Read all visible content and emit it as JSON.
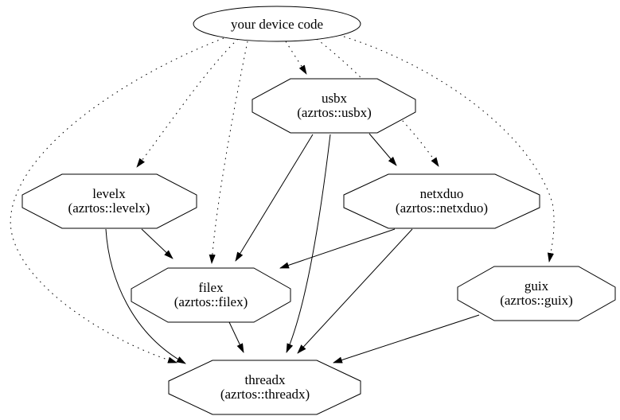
{
  "diagram": {
    "type": "dependency-graph",
    "background_color": "#ffffff",
    "stroke_color": "#000000",
    "nodes": {
      "device": {
        "label": "your device code",
        "shape": "ellipse"
      },
      "usbx": {
        "label": "usbx",
        "sublabel": "(azrtos::usbx)",
        "shape": "octagon"
      },
      "levelx": {
        "label": "levelx",
        "sublabel": "(azrtos::levelx)",
        "shape": "octagon"
      },
      "netxduo": {
        "label": "netxduo",
        "sublabel": "(azrtos::netxduo)",
        "shape": "octagon"
      },
      "filex": {
        "label": "filex",
        "sublabel": "(azrtos::filex)",
        "shape": "octagon"
      },
      "guix": {
        "label": "guix",
        "sublabel": "(azrtos::guix)",
        "shape": "octagon"
      },
      "threadx": {
        "label": "threadx",
        "sublabel": "(azrtos::threadx)",
        "shape": "octagon"
      }
    },
    "edges": [
      {
        "from": "your device code",
        "to": "usbx",
        "style": "dotted"
      },
      {
        "from": "your device code",
        "to": "levelx",
        "style": "dotted"
      },
      {
        "from": "your device code",
        "to": "netxduo",
        "style": "dotted"
      },
      {
        "from": "your device code",
        "to": "filex",
        "style": "dotted"
      },
      {
        "from": "your device code",
        "to": "guix",
        "style": "dotted"
      },
      {
        "from": "your device code",
        "to": "threadx",
        "style": "dotted"
      },
      {
        "from": "usbx",
        "to": "netxduo",
        "style": "solid"
      },
      {
        "from": "usbx",
        "to": "filex",
        "style": "solid"
      },
      {
        "from": "usbx",
        "to": "threadx",
        "style": "solid"
      },
      {
        "from": "levelx",
        "to": "filex",
        "style": "solid"
      },
      {
        "from": "levelx",
        "to": "threadx",
        "style": "solid"
      },
      {
        "from": "netxduo",
        "to": "filex",
        "style": "solid"
      },
      {
        "from": "netxduo",
        "to": "threadx",
        "style": "solid"
      },
      {
        "from": "filex",
        "to": "threadx",
        "style": "solid"
      },
      {
        "from": "guix",
        "to": "threadx",
        "style": "solid"
      }
    ]
  }
}
